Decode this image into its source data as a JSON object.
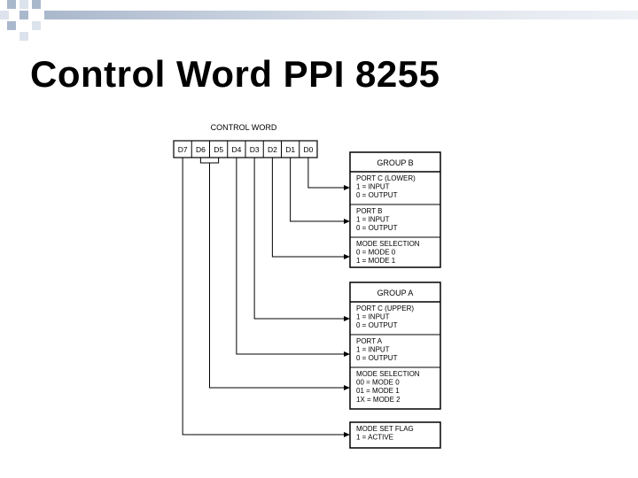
{
  "slide": {
    "title": "Control Word PPI 8255",
    "colors": {
      "accent_blue": "#aab8cc",
      "accent_light": "#dde3ec",
      "line": "#000000"
    }
  },
  "diagram": {
    "header": "CONTROL WORD",
    "bits": [
      "D7",
      "D6",
      "D5",
      "D4",
      "D3",
      "D2",
      "D1",
      "D0"
    ],
    "group_b": {
      "title": "GROUP B",
      "entries": [
        {
          "lines": [
            "PORT C (LOWER)",
            "1 = INPUT",
            "0 = OUTPUT"
          ]
        },
        {
          "lines": [
            "PORT B",
            "1 = INPUT",
            "0 = OUTPUT"
          ]
        },
        {
          "lines": [
            "MODE SELECTION",
            "0 = MODE 0",
            "1 = MODE 1"
          ]
        }
      ]
    },
    "group_a": {
      "title": "GROUP A",
      "entries": [
        {
          "lines": [
            "PORT C (UPPER)",
            "1 = INPUT",
            "0 = OUTPUT"
          ]
        },
        {
          "lines": [
            "PORT A",
            "1 = INPUT",
            "0 = OUTPUT"
          ]
        },
        {
          "lines": [
            "MODE SELECTION",
            "00 = MODE 0",
            "01 = MODE 1",
            "1X = MODE 2"
          ]
        }
      ]
    },
    "mode_set_flag": {
      "lines": [
        "MODE SET FLAG",
        "1 = ACTIVE"
      ]
    }
  }
}
